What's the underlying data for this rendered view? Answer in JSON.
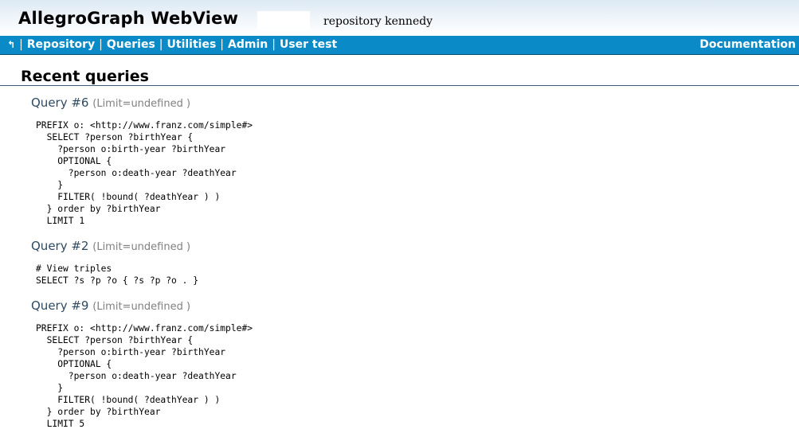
{
  "header": {
    "app_title": "AllegroGraph WebView",
    "repository_label": "repository kennedy"
  },
  "navbar": {
    "back_icon": "↰",
    "items": [
      {
        "label": "Repository"
      },
      {
        "label": "Queries"
      },
      {
        "label": "Utilities"
      },
      {
        "label": "Admin"
      },
      {
        "label": "User test"
      }
    ],
    "separator": "|",
    "documentation_label": "Documentation"
  },
  "page": {
    "title": "Recent queries"
  },
  "queries": [
    {
      "heading": "Query #6",
      "limit": "(Limit=undefined )",
      "code": "PREFIX o: <http://www.franz.com/simple#>\n  SELECT ?person ?birthYear {\n    ?person o:birth-year ?birthYear\n    OPTIONAL {\n      ?person o:death-year ?deathYear\n    }\n    FILTER( !bound( ?deathYear ) )\n  } order by ?birthYear\n  LIMIT 1"
    },
    {
      "heading": "Query #2",
      "limit": "(Limit=undefined )",
      "code": "# View triples\nSELECT ?s ?p ?o { ?s ?p ?o . }"
    },
    {
      "heading": "Query #9",
      "limit": "(Limit=undefined )",
      "code": "PREFIX o: <http://www.franz.com/simple#>\n  SELECT ?person ?birthYear {\n    ?person o:birth-year ?birthYear\n    OPTIONAL {\n      ?person o:death-year ?deathYear\n    }\n    FILTER( !bound( ?deathYear ) )\n  } order by ?birthYear\n  LIMIT 5"
    }
  ]
}
